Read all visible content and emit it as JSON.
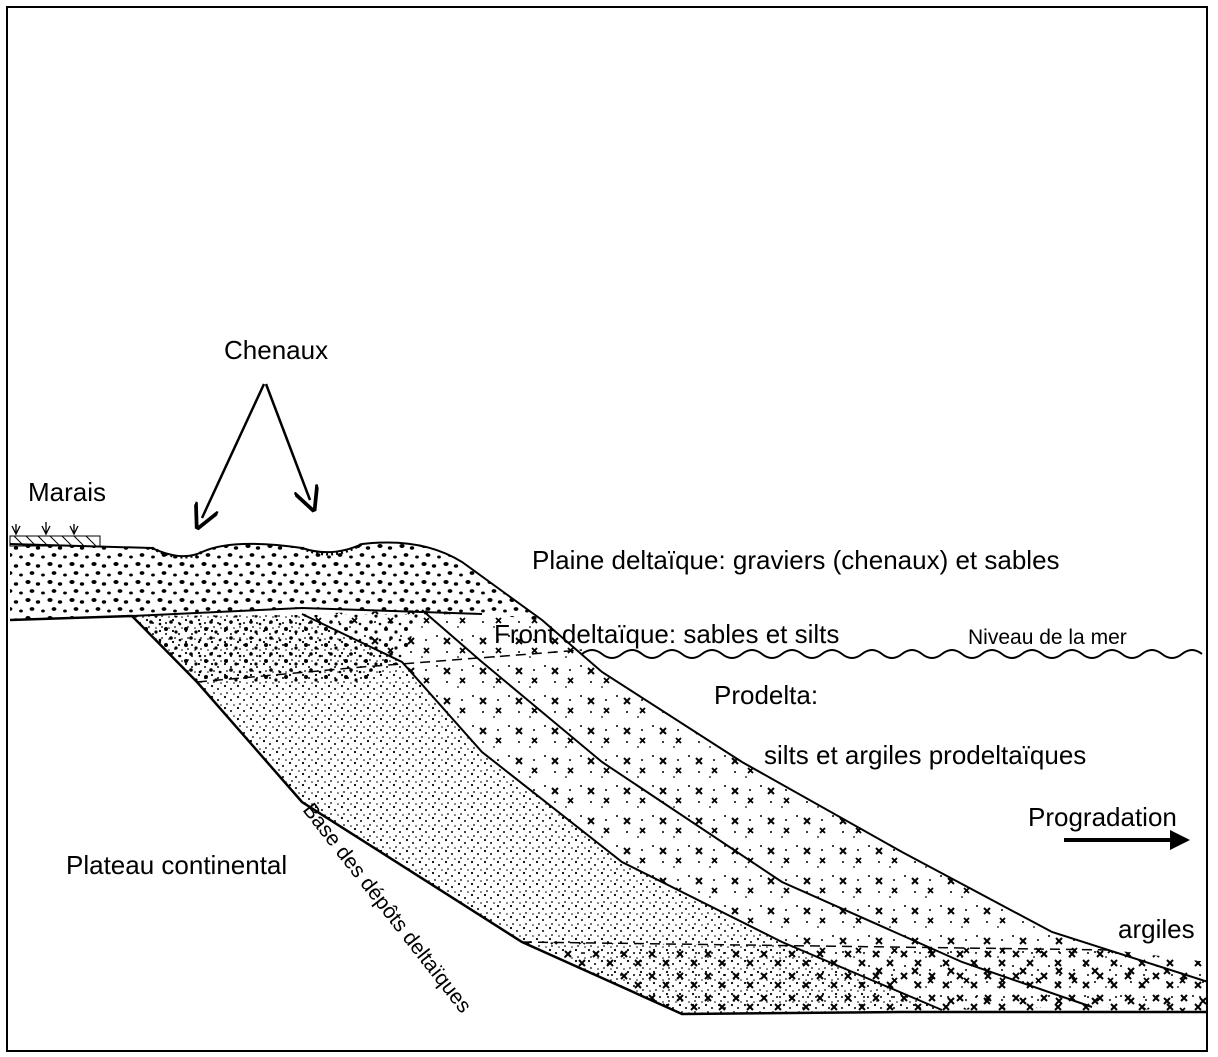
{
  "labels": {
    "chenaux": "Chenaux",
    "marais": "Marais",
    "plaine": "Plaine deltaïque: graviers (chenaux) et sables",
    "front": "Front deltaïque: sables et silts",
    "niveau": "Niveau de la mer",
    "prodelta": "Prodelta:",
    "silts": "silts et argiles prodeltaïques",
    "progradation": "Progradation",
    "plateau": "Plateau continental",
    "base": "Base des dépôts deltaïques",
    "argiles": "argiles"
  },
  "colors": {
    "ink": "#000000",
    "paper": "#ffffff"
  }
}
